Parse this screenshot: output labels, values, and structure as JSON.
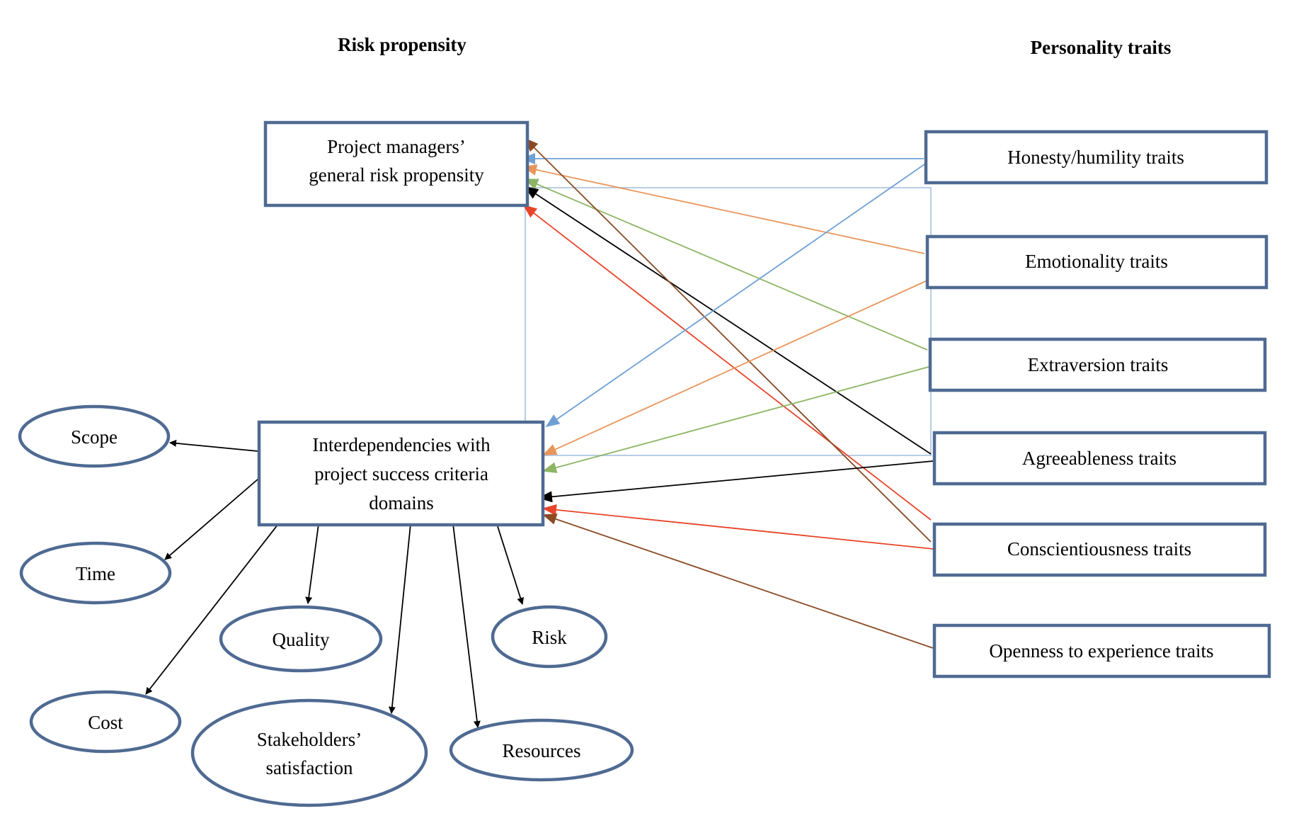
{
  "headings": {
    "risk_propensity": "Risk propensity",
    "personality_traits": "Personality traits"
  },
  "boxes": {
    "general_risk": [
      "Project managers’",
      "general risk propensity"
    ],
    "interdependencies": [
      "Interdependencies with",
      "project success criteria",
      "domains"
    ]
  },
  "traits": [
    "Honesty/humility traits",
    "Emotionality traits",
    "Extraversion traits",
    "Agreeableness traits",
    "Conscientiousness traits",
    "Openness to experience traits"
  ],
  "domains": {
    "scope": [
      "Scope"
    ],
    "time": [
      "Time"
    ],
    "quality": [
      "Quality"
    ],
    "cost": [
      "Cost"
    ],
    "stakeholders": [
      "Stakeholders’",
      "satisfaction"
    ],
    "resources": [
      "Resources"
    ],
    "risk": [
      "Risk"
    ]
  },
  "colors": {
    "box_border": "#4f6a92",
    "honesty": "#6fa0d4",
    "emotionality": "#e8955a",
    "extraversion": "#8db564",
    "agreeableness": "#000000",
    "conscientiousness": "#e8442a",
    "openness": "#8b4a23",
    "frame": "#b8cce4"
  }
}
